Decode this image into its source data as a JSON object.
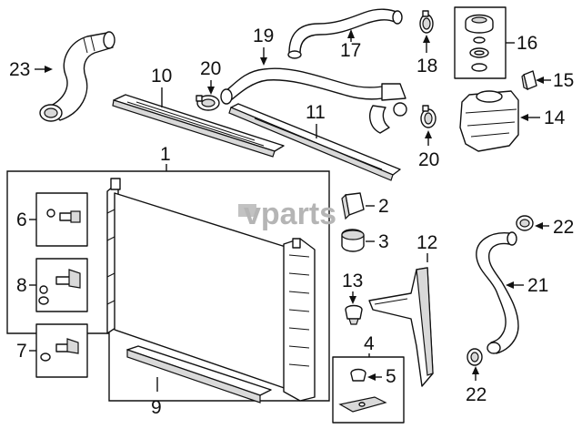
{
  "diagram": {
    "watermark": "vparts",
    "callouts": {
      "c1": "1",
      "c2": "2",
      "c3": "3",
      "c4": "4",
      "c5": "5",
      "c6": "6",
      "c7": "7",
      "c8": "8",
      "c9": "9",
      "c10": "10",
      "c11": "11",
      "c12": "12",
      "c13": "13",
      "c14": "14",
      "c15": "15",
      "c16": "16",
      "c17": "17",
      "c18": "18",
      "c19": "19",
      "c20a": "20",
      "c20b": "20",
      "c21": "21",
      "c22a": "22",
      "c22b": "22",
      "c23": "23"
    }
  }
}
